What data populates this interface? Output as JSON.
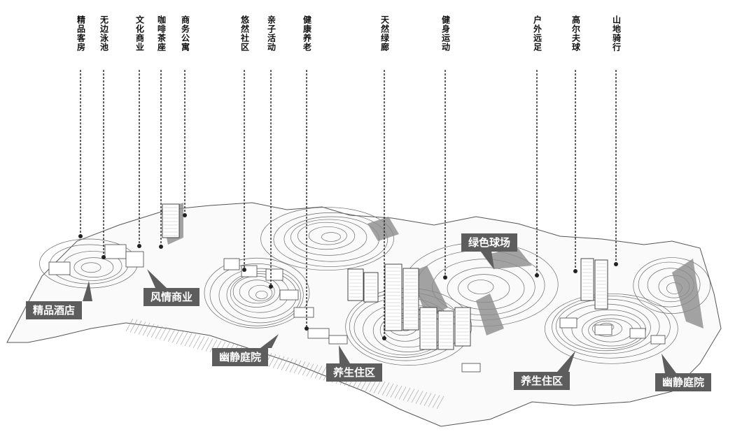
{
  "callouts": [
    {
      "key": "boutique_rooms",
      "label": "精品客房"
    },
    {
      "key": "infinity_pool",
      "label": "无边泳池"
    },
    {
      "key": "cultural_commerce",
      "label": "文化商业"
    },
    {
      "key": "coffee_teahouse",
      "label": "咖啡茶座"
    },
    {
      "key": "business_apartment",
      "label": "商务公寓"
    },
    {
      "key": "leisure_community",
      "label": "悠然社区"
    },
    {
      "key": "family_activities",
      "label": "亲子活动"
    },
    {
      "key": "health_elderly_care",
      "label": "健康养老"
    },
    {
      "key": "natural_green_corridor",
      "label": "天然绿廊"
    },
    {
      "key": "fitness_activities",
      "label": "健身运动"
    },
    {
      "key": "outdoor_hiking",
      "label": "户外远足"
    },
    {
      "key": "golf",
      "label": "高尔夫球"
    },
    {
      "key": "mountain_cycling",
      "label": "山地骑行"
    }
  ],
  "zones": [
    {
      "key": "boutique_hotel",
      "label": "精品酒店"
    },
    {
      "key": "style_commerce",
      "label": "风情商业"
    },
    {
      "key": "quiet_courtyard_west",
      "label": "幽静庭院"
    },
    {
      "key": "wellness_residence_center",
      "label": "养生住区"
    },
    {
      "key": "green_ballcourt",
      "label": "绿色球场"
    },
    {
      "key": "wellness_residence_east",
      "label": "养生住区"
    },
    {
      "key": "quiet_courtyard_east",
      "label": "幽静庭院"
    }
  ],
  "colors": {
    "zone_label_bg": "#5d5d5d",
    "zone_label_text": "#ffffff",
    "leader_line": "#222222",
    "contour_line": "#6a6a6a",
    "shadow": "#8c8c8c"
  }
}
